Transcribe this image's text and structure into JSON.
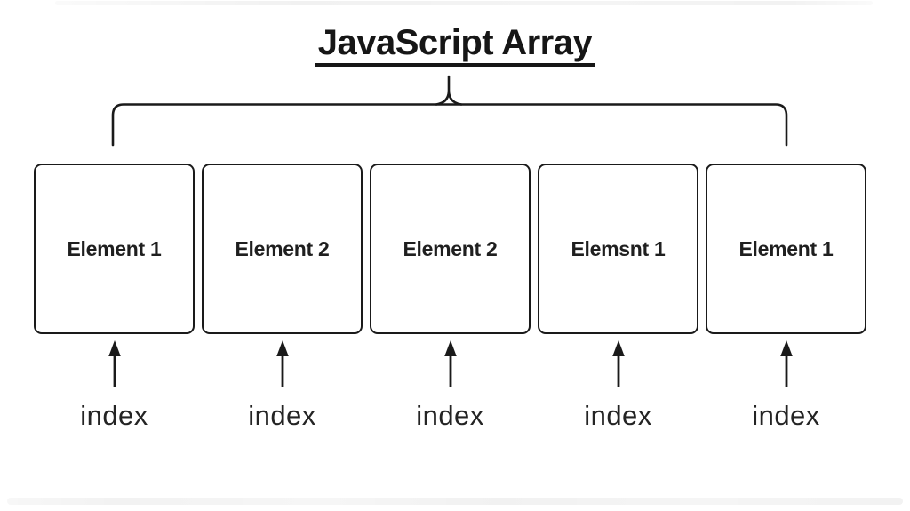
{
  "title": "JavaScript Array",
  "array": {
    "elements": [
      {
        "label": "Element 1"
      },
      {
        "label": "Element 2"
      },
      {
        "label": "Element 2"
      },
      {
        "label": "Elemsnt 1"
      },
      {
        "label": "Element 1"
      }
    ],
    "index_labels": [
      "index",
      "index",
      "index",
      "index",
      "index"
    ]
  },
  "icons": {
    "up_arrow_icon": "↑"
  },
  "colors": {
    "stroke": "#1a1a1a",
    "text": "#1f1f1f",
    "background": "#ffffff"
  }
}
